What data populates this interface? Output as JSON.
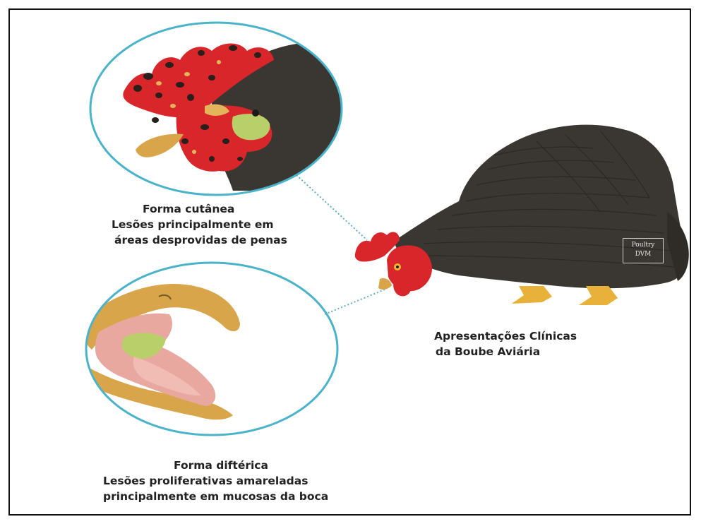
{
  "captions": {
    "cutanea": {
      "title": "Forma cutânea",
      "line1": "Lesões principalmente em",
      "line2": "áreas desprovidas de penas"
    },
    "difterica": {
      "title": "Forma diftérica",
      "line1": "Lesões proliferativas amareladas",
      "line2": "principalmente em mucosas da boca"
    },
    "clinicas": {
      "line1": "Apresentações Clínicas",
      "line2": "da Boube Aviária"
    }
  },
  "watermark": {
    "line1": "Poultry",
    "line2": "DVM"
  },
  "colors": {
    "circle_outline": "#4ab3c9",
    "connector": "#5fb0c4",
    "feathers": "#3a3631",
    "comb_red": "#d8262a",
    "beak_yellow": "#d9a54a",
    "lesion_green": "#b9cf6a",
    "mucosa_pink": "#e8a8a0"
  },
  "icons": [
    "hen-illustration",
    "cutaneous-lesion-closeup",
    "diphtheric-beak-closeup"
  ]
}
